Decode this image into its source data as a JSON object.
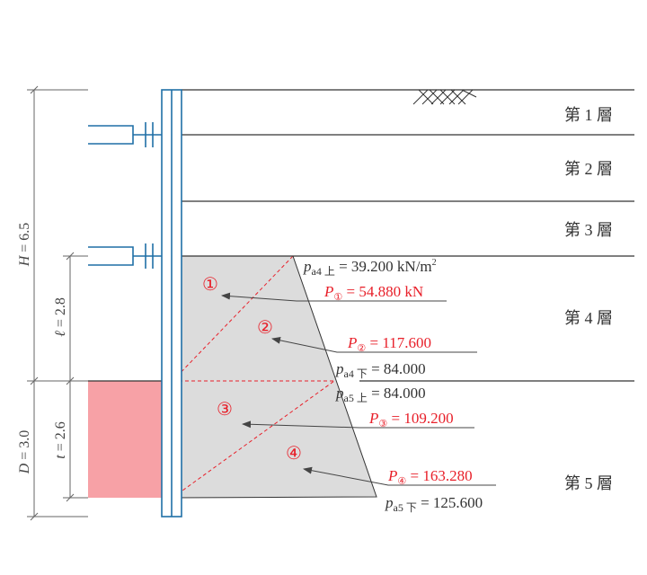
{
  "colors": {
    "wall": "#1f6fa6",
    "pressure_fill": "#dcdcdc",
    "passive_fill": "#f7a1a6",
    "red": "#e8202a",
    "line": "#333333",
    "dim": "#666666"
  },
  "layers": {
    "l1": "第 1 層",
    "l2": "第 2 層",
    "l3": "第 3 層",
    "l4": "第 4 層",
    "l5": "第 5 層"
  },
  "dims": {
    "H": {
      "sym": "H",
      "val": " = 6.5"
    },
    "l": {
      "sym": "ℓ",
      "val": " = 2.8"
    },
    "D": {
      "sym": "D",
      "val": " = 3.0"
    },
    "t": {
      "sym": "t",
      "val": " = 2.6"
    }
  },
  "pressures": {
    "pa4_top": {
      "p": "p",
      "sub": "a4 上",
      "val": " = 39.200 kN/m",
      "sup": "2"
    },
    "pa4_bot": {
      "p": "p",
      "sub": "a4 下",
      "val": " = 84.000"
    },
    "pa5_top": {
      "p": "p",
      "sub": "a5 上",
      "val": " = 84.000"
    },
    "pa5_bot": {
      "p": "p",
      "sub": "a5 下",
      "val": " = 125.600"
    }
  },
  "forces": {
    "f1": {
      "mark": "①",
      "P": "P",
      "sub": "①",
      "val": " = 54.880 kN"
    },
    "f2": {
      "mark": "②",
      "P": "P",
      "sub": "②",
      "val": " = 117.600"
    },
    "f3": {
      "mark": "③",
      "P": "P",
      "sub": "③",
      "val": " = 109.200"
    },
    "f4": {
      "mark": "④",
      "P": "P",
      "sub": "④",
      "val": " = 163.280"
    }
  }
}
